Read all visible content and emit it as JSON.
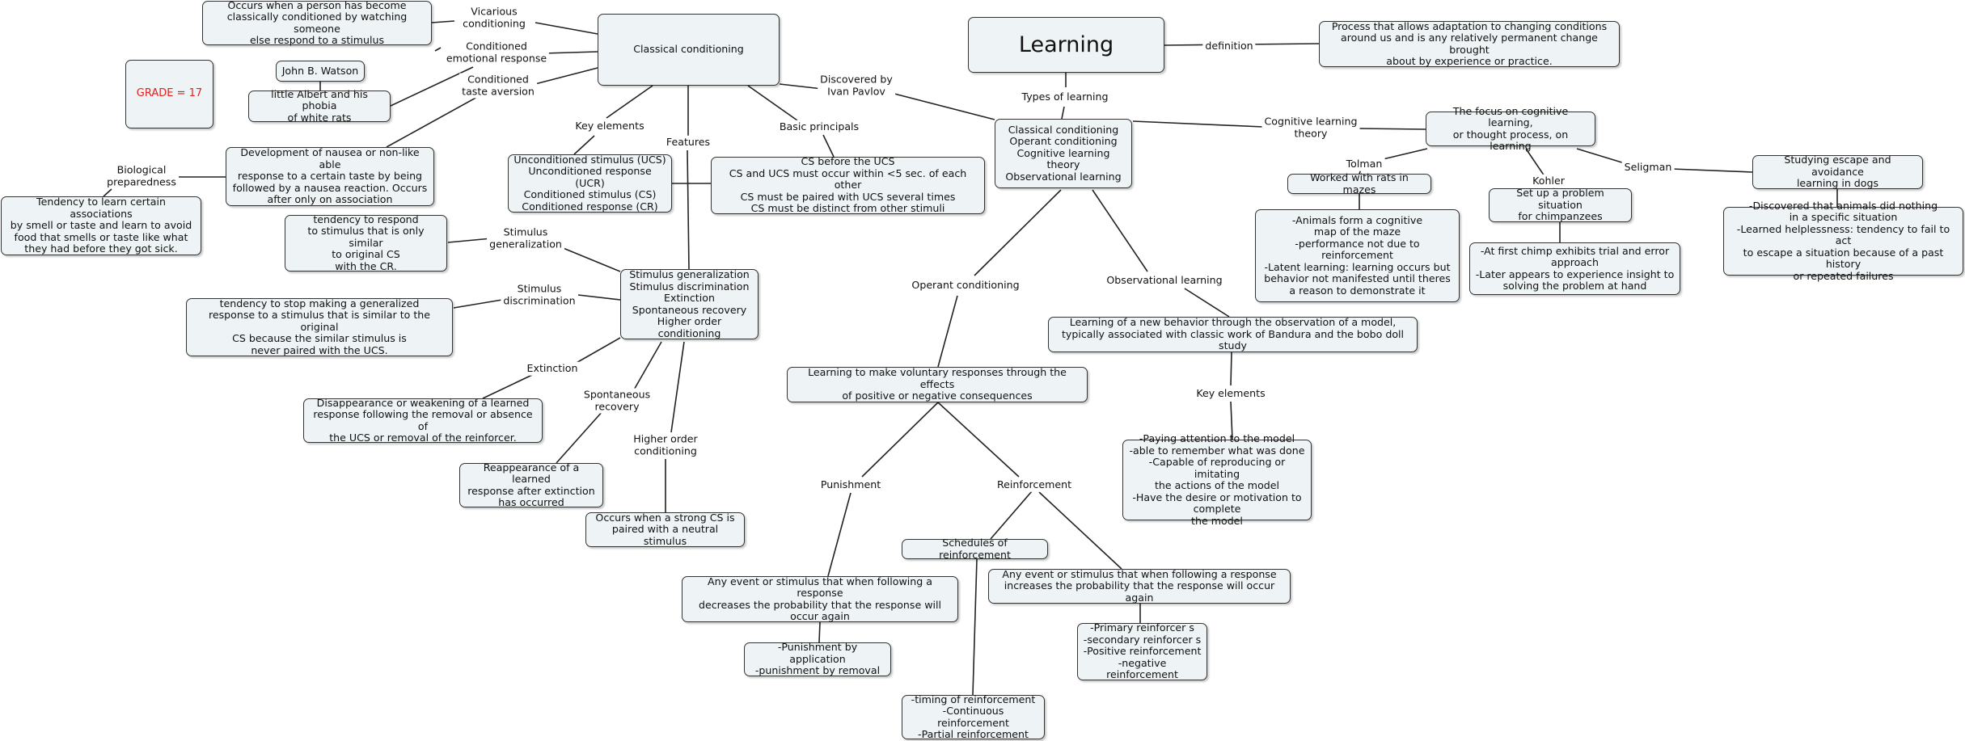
{
  "nodes": {
    "learning": "Learning",
    "definition": "Process that allows adaptation to changing conditions\naround us and is any relatively permanent change brought\nabout by experience or practice.",
    "types": "Classical conditioning\nOperant conditioning\nCognitive learning theory\nObservational learning",
    "classical": "Classical conditioning",
    "vicarious": "Occurs when a person has become\nclassically conditioned by watching someone\nelse respond to a stimulus",
    "grade": "GRADE = 17",
    "watson": "John B. Watson",
    "albert": "little Albert and his phobia\nof white rats",
    "nausea": "Development of nausea or non-like able\nresponse to a certain taste by being\nfollowed by a nausea reaction. Occurs\nafter only on association",
    "preparedness": "Tendency to learn certain associations\nby smell or taste and learn to avoid\nfood that smells or taste like what\nthey had before they got sick.",
    "key_elements": "Unconditioned stimulus (UCS)\nUnconditioned response (UCR)\nConditioned stimulus (CS)\nConditioned response (CR)",
    "principals": "CS before the UCS\nCS and UCS must occur within <5 sec. of each other\nCS must be paired with UCS several times\nCS must be distinct from other stimuli",
    "gen_def": "tendency to respond\nto stimulus that is only similar\nto original CS\nwith the CR.",
    "features": "Stimulus generalization\nStimulus discrimination\nExtinction\nSpontaneous recovery\nHigher order conditioning",
    "disc_def": "tendency to stop making a generalized\nresponse to a stimulus that is similar to the original\nCS because the similar stimulus is\nnever paired with the UCS.",
    "ext_def": "Disappearance or weakening of a learned\nresponse following the removal or absence of\nthe UCS or removal of the reinforcer.",
    "spont_def": "Reappearance of a learned\nresponse after extinction\nhas occurred",
    "higher_def": "Occurs when a strong CS is\npaired with a neutral stimulus",
    "cognitive": "The focus on cognitive learning,\nor thought process, on learning",
    "tolman": "Worked with rats in mazes",
    "tolman_detail": "-Animals form a cognitive\nmap of the maze\n-performance not due to reinforcement\n-Latent learning: learning occurs but\nbehavior not manifested until theres\na reason to demonstrate it",
    "kohler": "Set up a problem situation\nfor chimpanzees",
    "kohler_detail": "-At first chimp exhibits trial and error approach\n-Later appears to experience insight to\nsolving the problem at hand",
    "seligman": "Studying escape and avoidance\nlearning in dogs",
    "seligman_detail": "-Discovered that animals did nothing\nin a specific situation\n-Learned helplessness: tendency to fail to act\nto escape a situation because of a past history\nor repeated failures",
    "operant": "Learning to make voluntary responses through the effects\nof positive or negative consequences",
    "observational": "Learning of a new behavior through the observation of a model,\ntypically associated with classic work of Bandura and the bobo doll study",
    "obs_keys": "-Paying attention to the model\n-able to remember what was done\n-Capable of reproducing or imitating\nthe actions of the model\n-Have the desire or motivation to complete\nthe model",
    "schedules": "Schedules of reinforcement",
    "punishment": "Any event or stimulus that when following a response\ndecreases the probability that the response will\noccur again",
    "punish_types": "-Punishment by application\n-punishment by removal",
    "reinforcement": "Any event or stimulus that when following a response\nincreases the probability that the response will occur again",
    "reinf_types": "-Primary reinforcer s\n-secondary reinforcer s\n-Positive reinforcement\n-negative reinforcement",
    "schedule_types": "-timing of reinforcement\n-Continuous reinforcement\n-Partial reinforcement"
  },
  "links": {
    "definition": "definition",
    "types_of_learning": "Types of learning",
    "discovered": "Discovered by\nIvan Pavlov",
    "vicarious": "Vicarious\nconditioning",
    "emotional": "Conditioned\nemotional response",
    "taste": "Conditioned\ntaste aversion",
    "biological": "Biological\npreparedness",
    "key_elements": "Key elements",
    "features": "Features",
    "basic_principals": "Basic principals",
    "stim_gen": "Stimulus\ngeneralization",
    "stim_disc": "Stimulus\ndiscrimination",
    "extinction": "Extinction",
    "spontaneous": "Spontaneous\nrecovery",
    "higher_order": "Higher order\nconditioning",
    "cognitive": "Cognitive learning\ntheory",
    "tolman": "Tolman",
    "kohler": "Kohler",
    "seligman": "Seligman",
    "operant": "Operant conditioning",
    "observational": "Observational learning",
    "obs_key_elements": "Key elements",
    "punishment": "Punishment",
    "reinforcement": "Reinforcement"
  },
  "colors": {
    "node_fill": "#eef3f5",
    "grade_text": "#e32020"
  }
}
